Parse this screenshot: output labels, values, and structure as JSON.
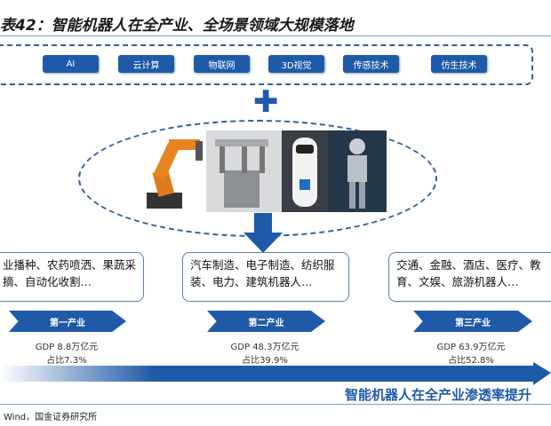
{
  "title": "表42：智能机器人在全产业、全场景领域大规模落地",
  "technologies": [
    "AI",
    "云计算",
    "物联网",
    "3D视觉",
    "传感技术",
    "仿生技术"
  ],
  "industries": [
    {
      "name": "第一产业",
      "examples": "业播种、农药喷洒、果蔬采摘、自动化收割…",
      "gdp": "GDP 8.8万亿元",
      "share": "占比7.3%"
    },
    {
      "name": "第二产业",
      "examples": "汽车制造、电子制造、纺织服装、电力、建筑机器人…",
      "gdp": "GDP 48.3万亿元",
      "share": "占比39.9%"
    },
    {
      "name": "第三产业",
      "examples": "交通、金融、酒店、医疗、教育、文娱、旅游机器人…",
      "gdp": "GDP 63.9万亿元",
      "share": "占比52.8%"
    }
  ],
  "slogan": "智能机器人在全产业渗透率提升",
  "source": "Wind，国金证券研究所",
  "colors": {
    "accent": "#1f5aa8"
  }
}
